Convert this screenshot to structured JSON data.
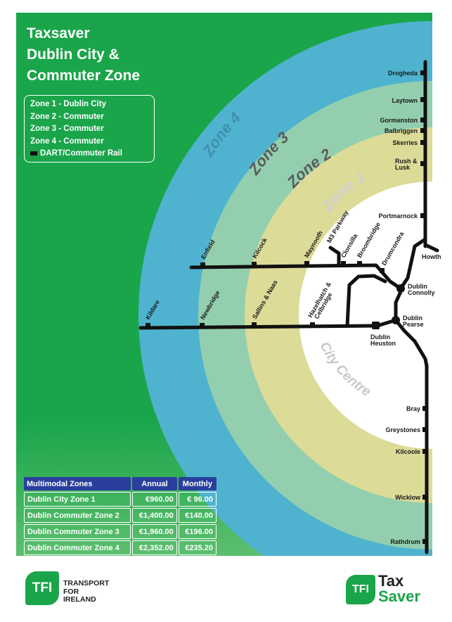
{
  "title": {
    "line1": "Taxsaver",
    "line2": "Dublin City &",
    "line3": "Commuter Zone"
  },
  "legend": {
    "zone1": "Zone 1 - Dublin City",
    "zone2": "Zone 2 - Commuter",
    "zone3": "Zone 3 - Commuter",
    "zone4": "Zone 4 - Commuter",
    "rail": "DART/Commuter Rail"
  },
  "zone_labels": {
    "zone1": "Zone 1",
    "zone2": "Zone 2",
    "zone3": "Zone 3",
    "zone4": "Zone 4",
    "city_centre": "City Centre"
  },
  "stations": {
    "drogheda": "Drogheda",
    "laytown": "Laytown",
    "gormanston": "Gormanston",
    "balbriggen": "Balbriggen",
    "skerries": "Skerries",
    "rush_lusk_1": "Rush &",
    "rush_lusk_2": "Lusk",
    "portmarnock": "Portmarnock",
    "howth": "Howth",
    "dublin_connolly_1": "Dublin",
    "dublin_connolly_2": "Connolly",
    "dublin_pearse_1": "Dublin",
    "dublin_pearse_2": "Pearse",
    "dublin_heuston_1": "Dublin",
    "dublin_heuston_2": "Heuston",
    "bray": "Bray",
    "greystones": "Greystones",
    "kilcoole": "Kilcoole",
    "wicklow": "Wicklow",
    "rathdrum": "Rathdrum",
    "enfield": "Enfield",
    "kilcock": "Kilcock",
    "maynooth": "Maynooth",
    "m3_parkway": "M3 Parkway",
    "clonsilla": "Clonsilla",
    "broombridge": "Broombridge",
    "drumcondra": "Drumcondra",
    "kildare": "Kildare",
    "newbridge": "Newbridge",
    "sallins_naas": "Sallins & Naas",
    "hazelhatch_1": "Hazelhatch &",
    "hazelhatch_2": "Celbridge"
  },
  "fares": {
    "headers": [
      "Multimodal Zones",
      "Annual",
      "Monthly"
    ],
    "rows": [
      {
        "zone": "Dublin City Zone 1",
        "annual": "€960.00",
        "monthly": "€ 96.00"
      },
      {
        "zone": "Dublin Commuter Zone 2",
        "annual": "€1,400.00",
        "monthly": "€140.00"
      },
      {
        "zone": "Dublin Commuter Zone 3",
        "annual": "€1,960.00",
        "monthly": "€196.00"
      },
      {
        "zone": "Dublin Commuter Zone 4",
        "annual": "€2,352.00",
        "monthly": "€235.20"
      }
    ]
  },
  "logos": {
    "tfi_mark": "TFI",
    "tfi_line1": "TRANSPORT",
    "tfi_line2": "FOR",
    "tfi_line3": "IRELAND",
    "taxsaver_mark": "TFI",
    "taxsaver_tax": "Tax",
    "taxsaver_saver": "Saver"
  },
  "colors": {
    "background_green": "#1aa54a",
    "zone4": "#4fb3cf",
    "zone3": "#93cfae",
    "zone2": "#dcdb98",
    "zone1": "#ffffff",
    "rail": "#111111",
    "table_header": "#2a3f9d"
  }
}
